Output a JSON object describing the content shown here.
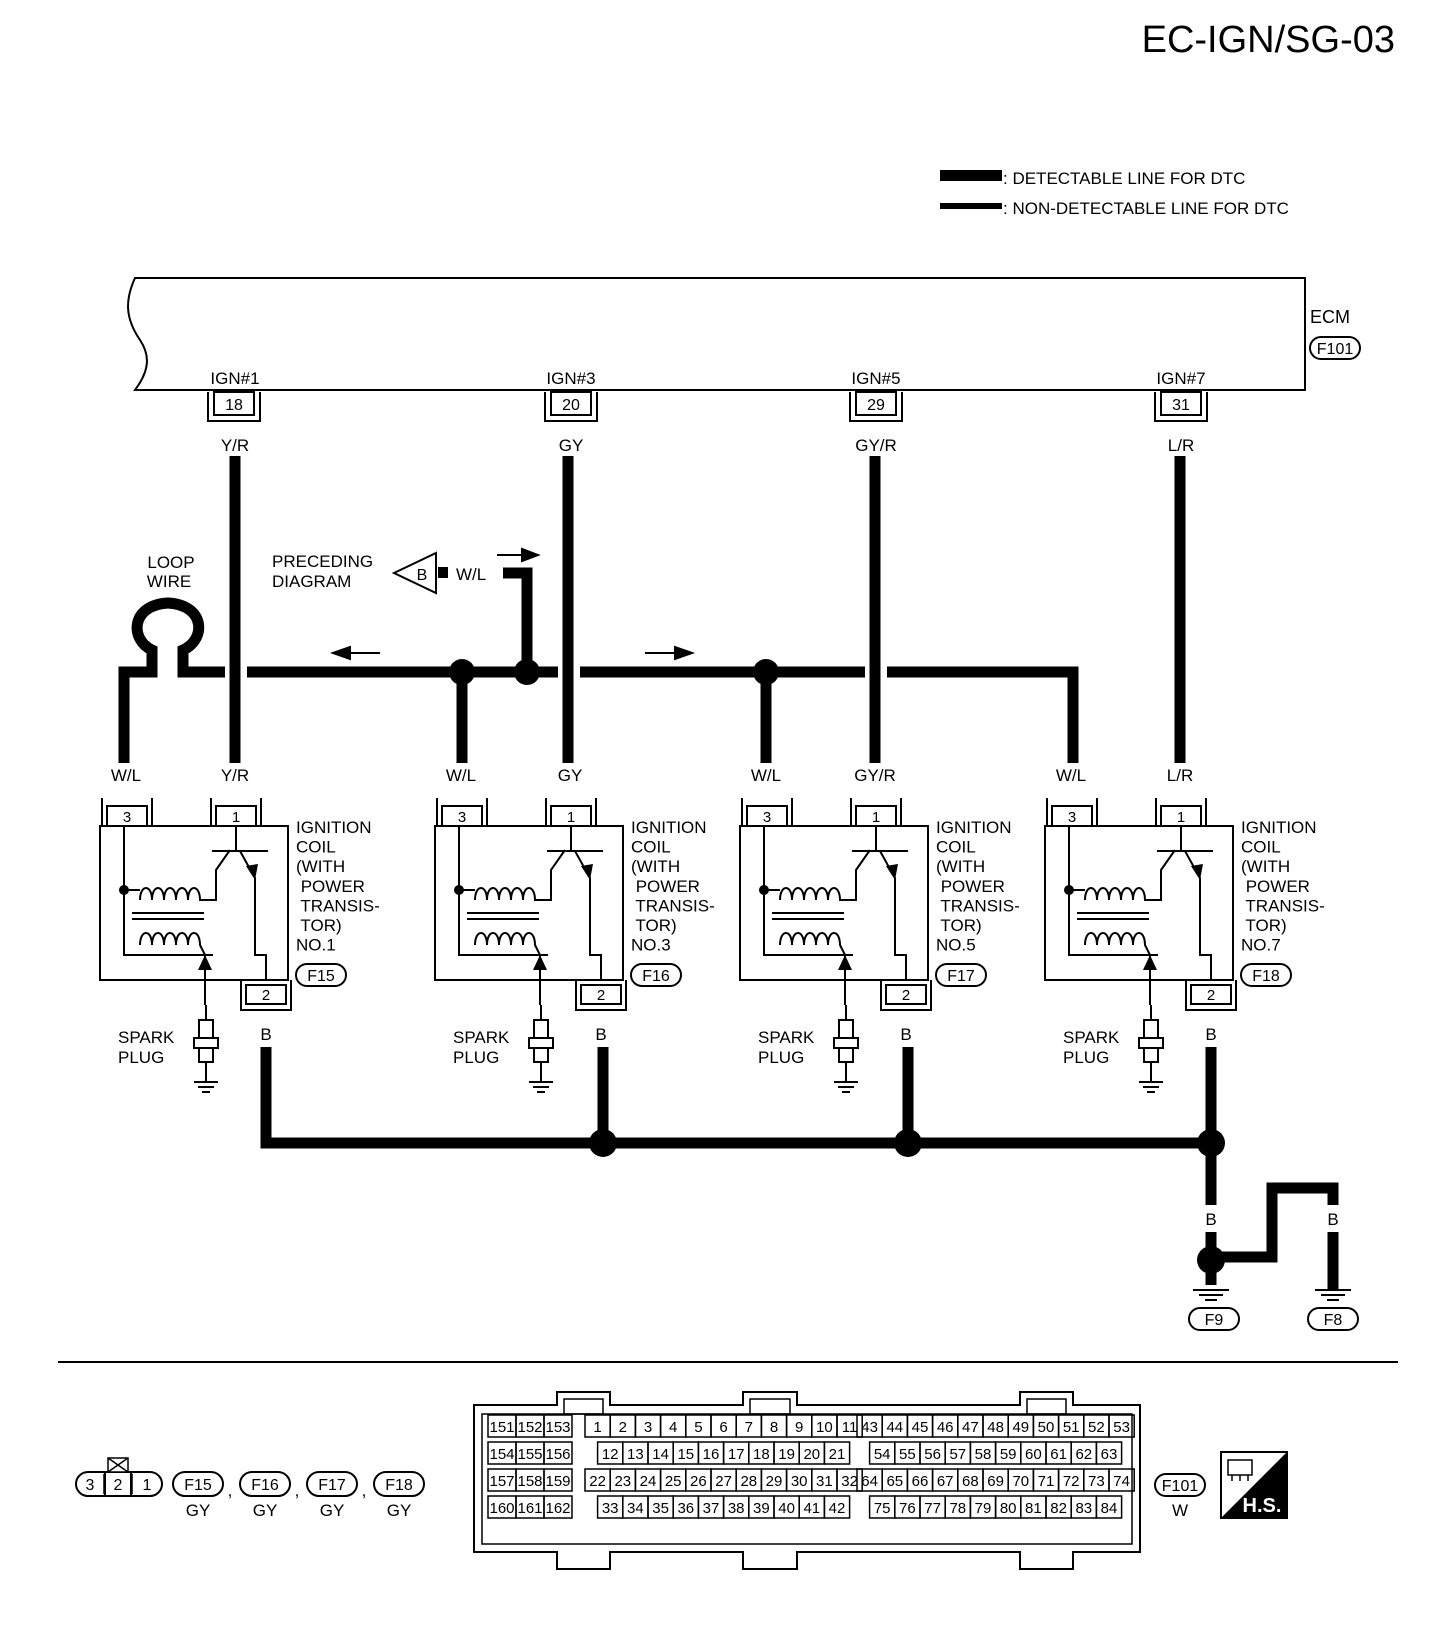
{
  "page_title": "EC-IGN/SG-03",
  "legend": {
    "detectable": ": DETECTABLE LINE FOR DTC",
    "non_detectable": ": NON-DETECTABLE LINE FOR DTC"
  },
  "ecm": {
    "label": "ECM",
    "connector": "F101"
  },
  "ecm_terminals": [
    {
      "signal": "IGN#1",
      "pin": "18",
      "wire": "Y/R"
    },
    {
      "signal": "IGN#3",
      "pin": "20",
      "wire": "GY"
    },
    {
      "signal": "IGN#5",
      "pin": "29",
      "wire": "GY/R"
    },
    {
      "signal": "IGN#7",
      "pin": "31",
      "wire": "L/R"
    }
  ],
  "loop_wire": {
    "line1": "LOOP",
    "line2": "WIRE"
  },
  "preceding": {
    "line1": "PRECEDING",
    "line2": "DIAGRAM",
    "ref": "B",
    "wire": "W/L"
  },
  "coils": [
    {
      "wire3": "W/L",
      "wire1": "Y/R",
      "pin3": "3",
      "pin1": "1",
      "pin2": "2",
      "wire2": "B",
      "label": [
        "IGNITION",
        "COIL",
        "(WITH",
        " POWER",
        " TRANSIS-",
        " TOR)",
        "NO.1"
      ],
      "connector": "F15"
    },
    {
      "wire3": "W/L",
      "wire1": "GY",
      "pin3": "3",
      "pin1": "1",
      "pin2": "2",
      "wire2": "B",
      "label": [
        "IGNITION",
        "COIL",
        "(WITH",
        " POWER",
        " TRANSIS-",
        " TOR)",
        "NO.3"
      ],
      "connector": "F16"
    },
    {
      "wire3": "W/L",
      "wire1": "GY/R",
      "pin3": "3",
      "pin1": "1",
      "pin2": "2",
      "wire2": "B",
      "label": [
        "IGNITION",
        "COIL",
        "(WITH",
        " POWER",
        " TRANSIS-",
        " TOR)",
        "NO.5"
      ],
      "connector": "F17"
    },
    {
      "wire3": "W/L",
      "wire1": "L/R",
      "pin3": "3",
      "pin1": "1",
      "pin2": "2",
      "wire2": "B",
      "label": [
        "IGNITION",
        "COIL",
        "(WITH",
        " POWER",
        " TRANSIS-",
        " TOR)",
        "NO.7"
      ],
      "connector": "F18"
    }
  ],
  "spark_plug": {
    "line1": "SPARK",
    "line2": "PLUG"
  },
  "grounds": {
    "wire_a": "B",
    "wire_b": "B",
    "wire_c": "B",
    "ground1": "F9",
    "ground2": "F8"
  },
  "connector_views": {
    "coil_pins": [
      "3",
      "2",
      "1"
    ],
    "coil_connectors": [
      {
        "id": "F15",
        "color": "GY"
      },
      {
        "id": "F16",
        "color": "GY"
      },
      {
        "id": "F17",
        "color": "GY"
      },
      {
        "id": "F18",
        "color": "GY"
      }
    ],
    "separator": ",",
    "ecm_connector": {
      "id": "F101",
      "color": "W"
    },
    "hs_badge": "H.S.",
    "ecm_rows": [
      [
        [
          "151",
          "152",
          "153"
        ],
        [
          "1",
          "2",
          "3",
          "4",
          "5",
          "6",
          "7",
          "8",
          "9",
          "10",
          "11"
        ],
        [
          "43",
          "44",
          "45",
          "46",
          "47",
          "48",
          "49",
          "50",
          "51",
          "52",
          "53"
        ]
      ],
      [
        [
          "154",
          "155",
          "156"
        ],
        [
          "12",
          "13",
          "14",
          "15",
          "16",
          "17",
          "18",
          "19",
          "20",
          "21"
        ],
        [
          "54",
          "55",
          "56",
          "57",
          "58",
          "59",
          "60",
          "61",
          "62",
          "63"
        ]
      ],
      [
        [
          "157",
          "158",
          "159"
        ],
        [
          "22",
          "23",
          "24",
          "25",
          "26",
          "27",
          "28",
          "29",
          "30",
          "31",
          "32"
        ],
        [
          "64",
          "65",
          "66",
          "67",
          "68",
          "69",
          "70",
          "71",
          "72",
          "73",
          "74"
        ]
      ],
      [
        [
          "160",
          "161",
          "162"
        ],
        [
          "33",
          "34",
          "35",
          "36",
          "37",
          "38",
          "39",
          "40",
          "41",
          "42"
        ],
        [
          "75",
          "76",
          "77",
          "78",
          "79",
          "80",
          "81",
          "82",
          "83",
          "84"
        ]
      ]
    ]
  }
}
